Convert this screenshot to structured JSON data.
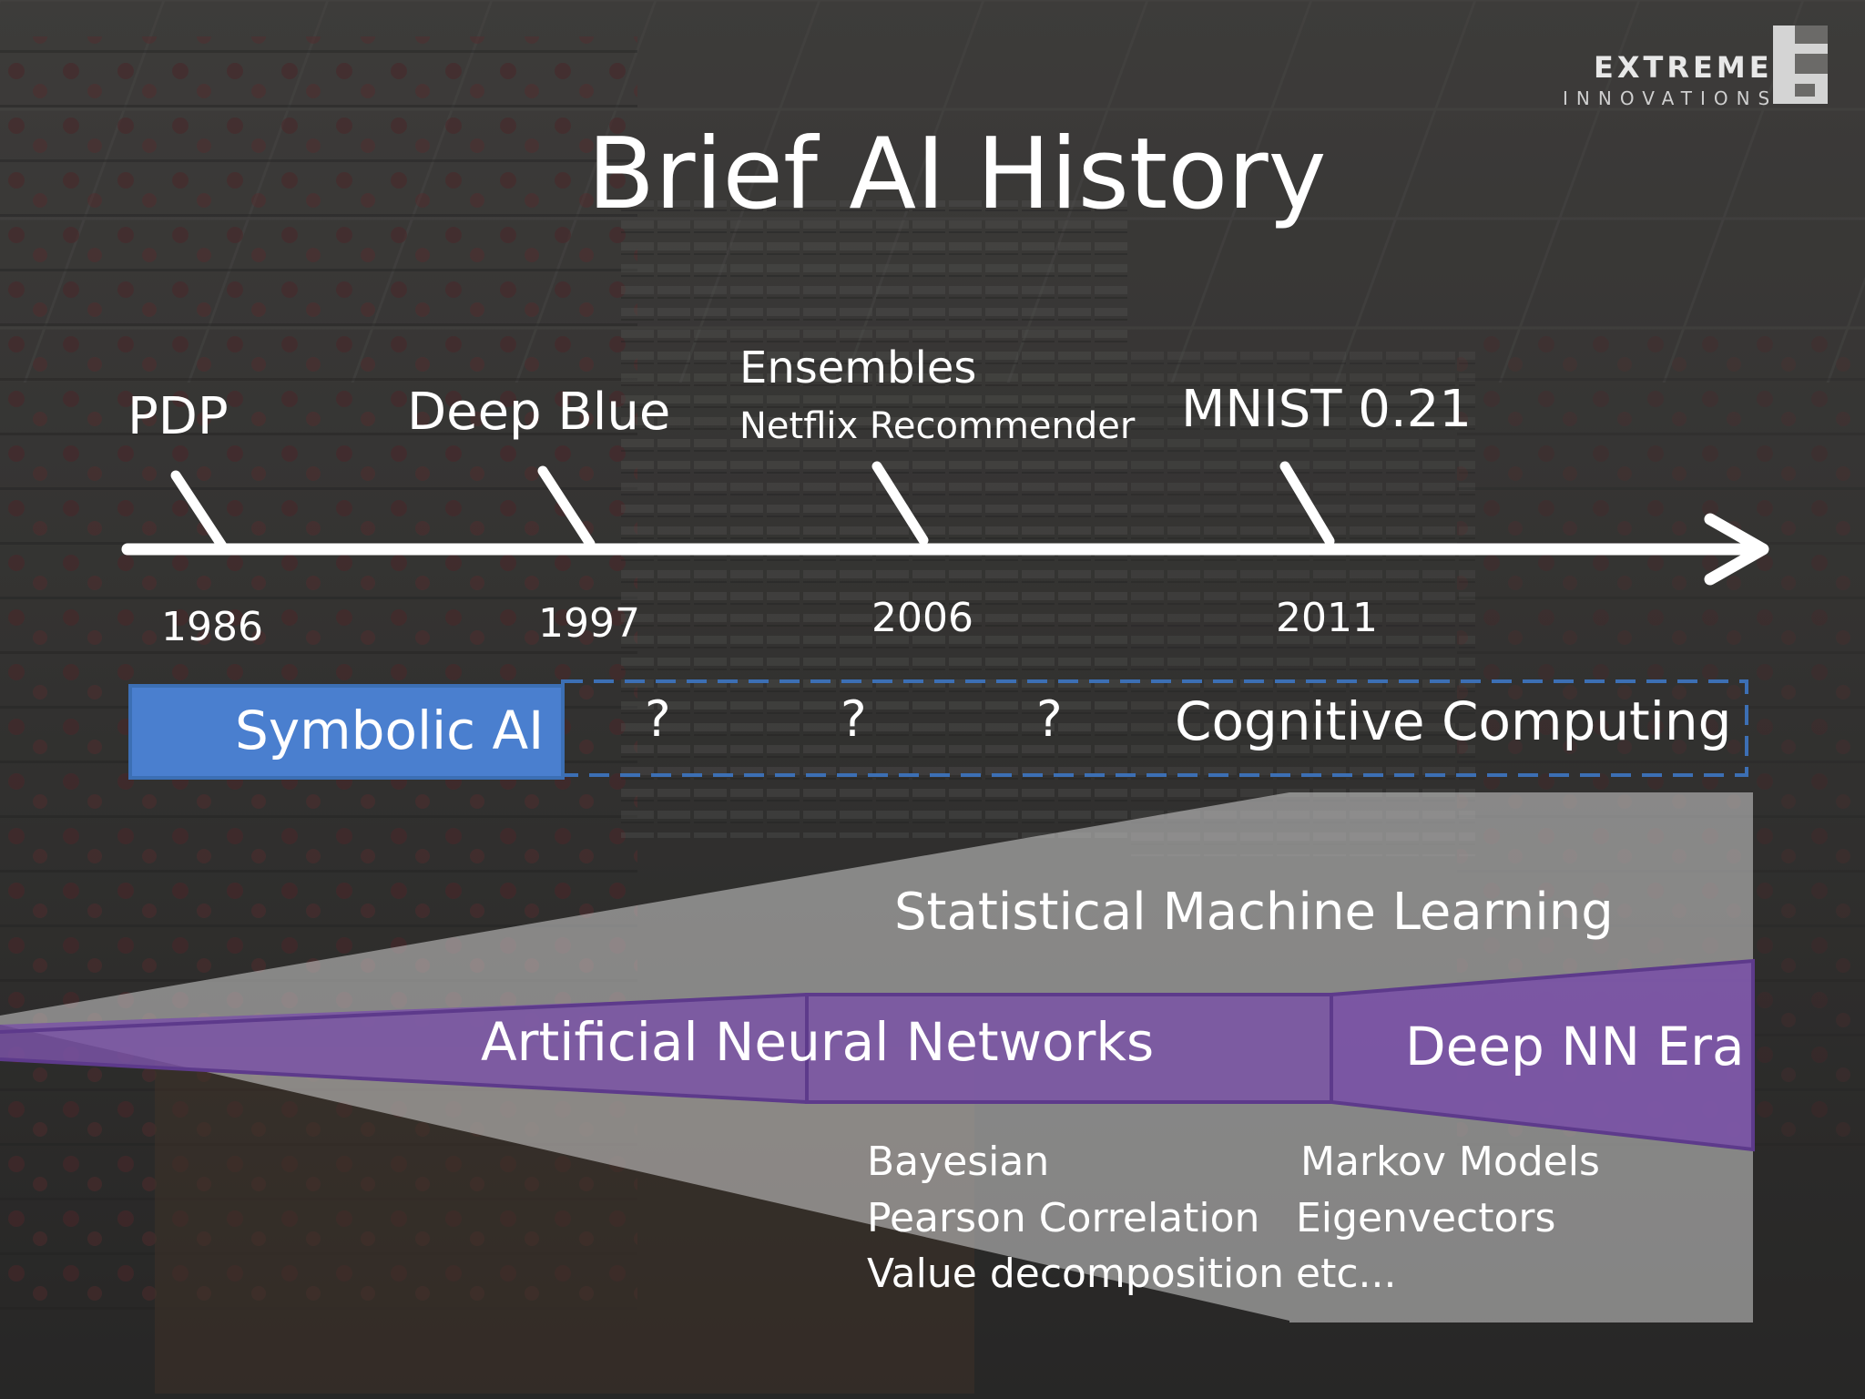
{
  "title": "Brief AI History",
  "brand": {
    "name": "EXTREME",
    "subtitle": "INNOVATIONS"
  },
  "events": [
    {
      "label": "PDP",
      "year": "1986"
    },
    {
      "label": "Deep Blue",
      "year": "1997"
    },
    {
      "label": "Ensembles",
      "sublabel": "Netflix Recommender",
      "year": "2006"
    },
    {
      "label": "MNIST 0.21",
      "year": "2011"
    }
  ],
  "eras": {
    "symbolic": "Symbolic AI",
    "unknown": [
      "?",
      "?",
      "?"
    ],
    "cognitive": "Cognitive Computing",
    "statistical": "Statistical Machine Learning",
    "ann": "Artificial Neural Networks",
    "deep": "Deep NN Era"
  },
  "ml_methods": {
    "left": [
      "Bayesian",
      "Pearson Correlation",
      "Value decomposition"
    ],
    "right": [
      "Markov Models",
      "Eigenvectors",
      "etc..."
    ]
  },
  "colors": {
    "symbolic_fill": "#4a7fcf",
    "dashed_border": "#3c6fb4",
    "nn_purple": "#7a53a6",
    "nn_edge": "#5d3a8b",
    "stat_panel": "#d2d2d2",
    "background": "#3a3836"
  }
}
